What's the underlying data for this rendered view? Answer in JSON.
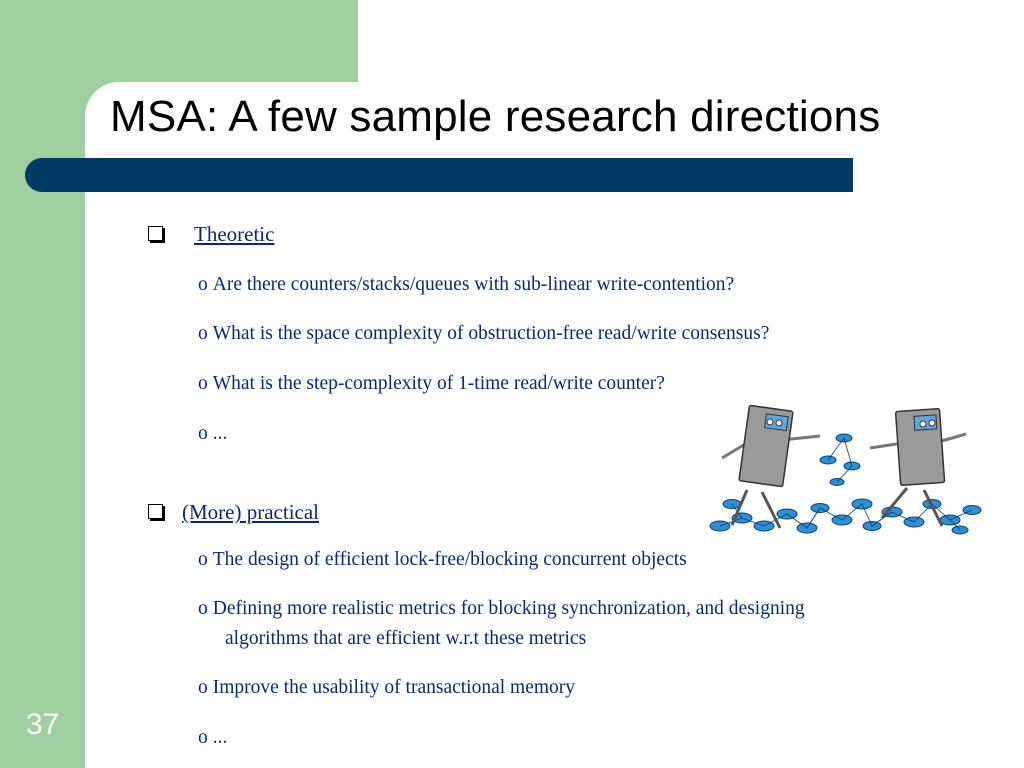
{
  "slide": {
    "title": "MSA: A few sample research directions",
    "number": "37",
    "accent_colors": {
      "side": "#a0cf9f",
      "bar": "#003a66",
      "text": "#0a2a6e"
    }
  },
  "sections": [
    {
      "heading": "Theoretic",
      "items": [
        "Are there counters/stacks/queues with sub-linear write-contention?",
        "What is the space complexity of obstruction-free read/write consensus?",
        "What is the step-complexity of 1-time read/write counter?",
        "..."
      ]
    },
    {
      "heading": "(More) practical",
      "items": [
        "The design of efficient lock-free/blocking concurrent objects",
        {
          "line1": "Defining more realistic metrics for blocking synchronization, and designing",
          "line2": "algorithms that are efficient w.r.t these metrics"
        },
        "Improve the usability of transactional memory",
        "..."
      ]
    }
  ],
  "bullet_glyph": "o",
  "clipart": "walking-computers-clipart"
}
